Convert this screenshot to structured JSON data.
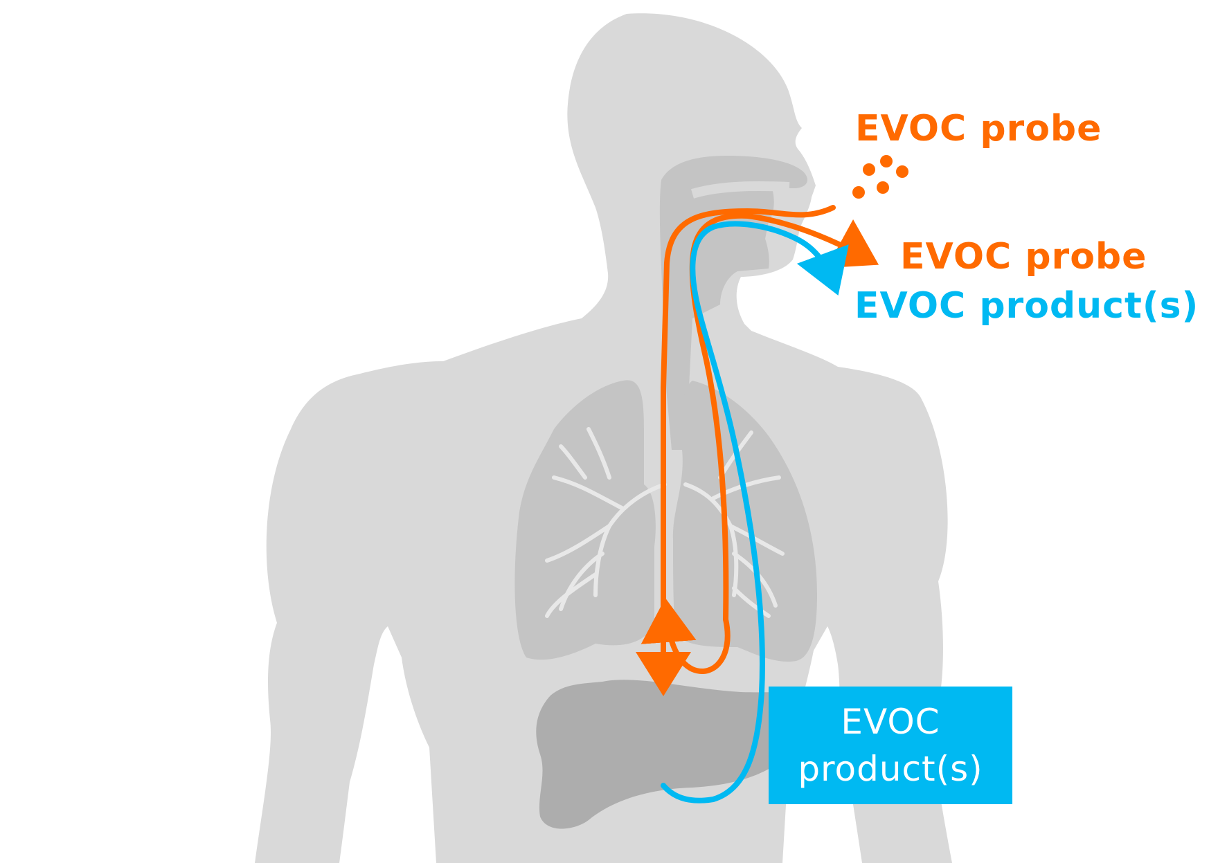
{
  "labels": {
    "probe_in": "EVOC probe",
    "probe_out": "EVOC probe",
    "product_out": "EVOC product(s)",
    "product_box_line1": "EVOC",
    "product_box_line2": "product(s)"
  },
  "colors": {
    "probe": "#ff6a00",
    "product": "#00b9f2",
    "body": "#d9d9d9",
    "organs": "#c4c4c4",
    "liver": "#adadad",
    "bronchi": "#e8e8e8",
    "box_text": "#ffffff"
  },
  "icons": [
    "human-torso-silhouette",
    "lungs-icon",
    "liver-icon",
    "trachea-icon",
    "probe-particles-icon"
  ]
}
